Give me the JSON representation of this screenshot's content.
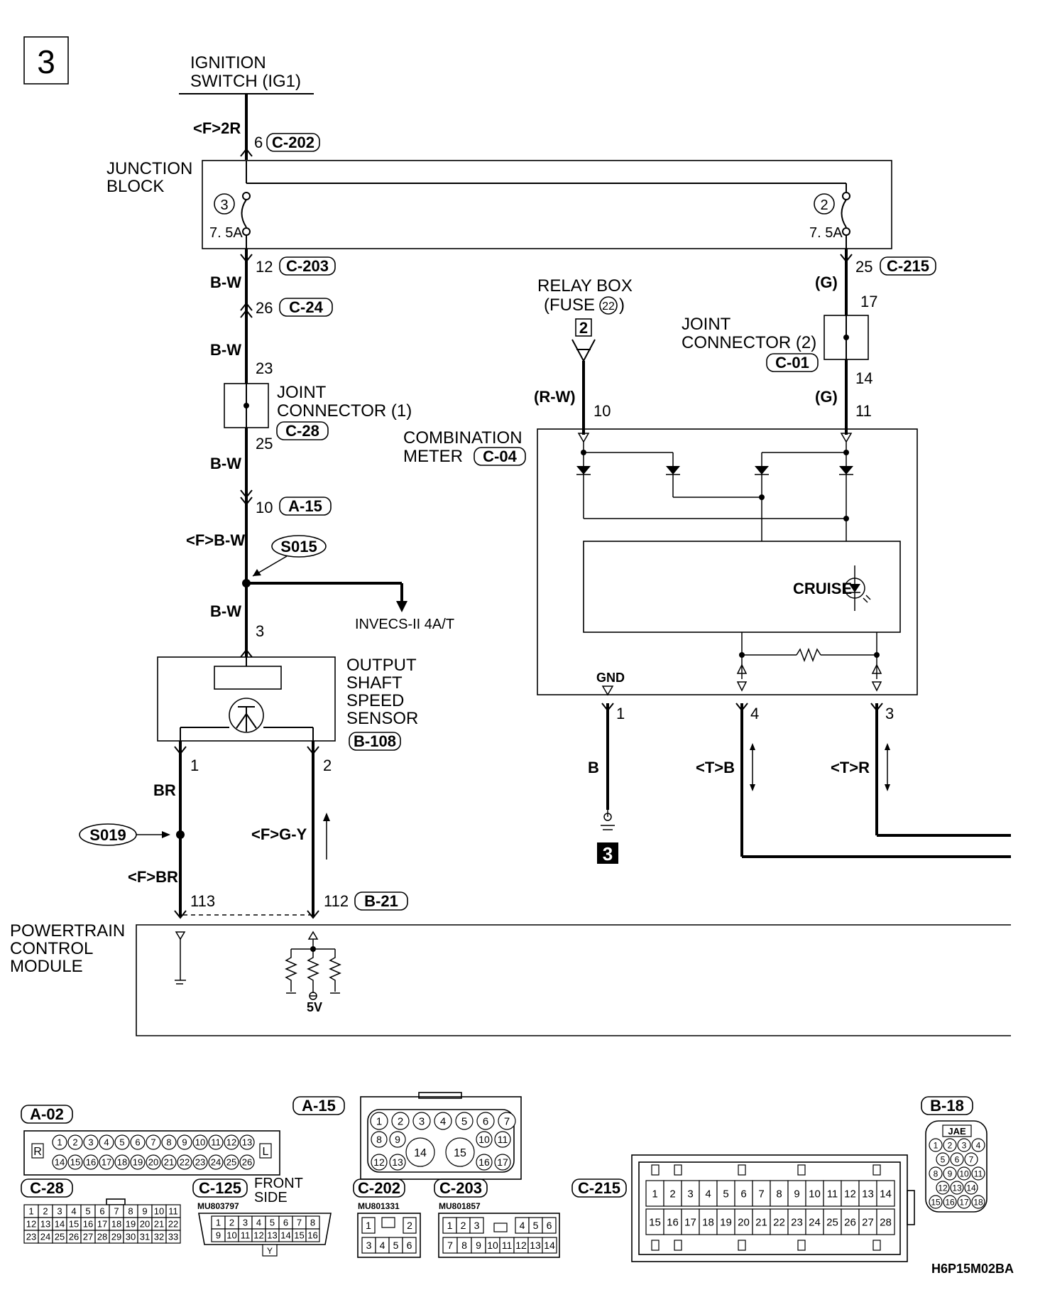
{
  "page_number": "3",
  "diagram_code": "H6P15M02BA",
  "ignition": {
    "line1": "IGNITION",
    "line2": "SWITCH (IG1)"
  },
  "junction_block": {
    "line1": "JUNCTION",
    "line2": "BLOCK",
    "fuse_left_num": "3",
    "fuse_left_rating": "7. 5A",
    "fuse_right_num": "2",
    "fuse_right_rating": "7. 5A"
  },
  "relay_box": {
    "line1": "RELAY BOX",
    "line2": "(FUSE",
    "fuse_num": "22",
    "line2_end": ")",
    "terminal": "2"
  },
  "joint_connector_1": {
    "line1": "JOINT",
    "line2": "CONNECTOR (1)",
    "connector": "C-28"
  },
  "joint_connector_2": {
    "line1": "JOINT",
    "line2": "CONNECTOR (2)",
    "connector": "C-01"
  },
  "combination_meter": {
    "line1": "COMBINATION",
    "line2": "METER",
    "connector": "C-04",
    "cruise": "CRUISE",
    "gnd": "GND"
  },
  "output_sensor": {
    "line1": "OUTPUT",
    "line2": "SHAFT",
    "line3": "SPEED",
    "line4": "SENSOR",
    "connector": "B-108"
  },
  "pcm": {
    "line1": "POWERTRAIN",
    "line2": "CONTROL",
    "line3": "MODULE",
    "voltage": "5V"
  },
  "invecs": "INVECS-II 4A/T",
  "ground_ref": "3",
  "splices": {
    "s015": "S015",
    "s019": "S019"
  },
  "wires": {
    "f2r": "<F>2R",
    "bw1": "B-W",
    "bw2": "B-W",
    "bw3": "B-W",
    "fbw": "<F>B-W",
    "bw4": "B-W",
    "g1": "(G)",
    "g2": "(G)",
    "rw": "(R-W)",
    "br": "BR",
    "fbr": "<F>BR",
    "fgy": "<F>G-Y",
    "b": "B",
    "tb": "<T>B",
    "tr": "<T>R"
  },
  "pins": {
    "p6": "6",
    "c202": "C-202",
    "p12": "12",
    "c203": "C-203",
    "p26": "26",
    "c24": "C-24",
    "p23": "23",
    "p25a": "25",
    "p10a": "10",
    "a15": "A-15",
    "p3a": "3",
    "p25b": "25",
    "c215": "C-215",
    "p17": "17",
    "p14": "14",
    "p11": "11",
    "p10b": "10",
    "p1a": "1",
    "p2a": "2",
    "p1b": "1",
    "p4": "4",
    "p3b": "3",
    "p113": "113",
    "p112": "112",
    "b21": "B-21"
  },
  "connectors": {
    "a02": {
      "label": "A-02",
      "row1": [
        "1",
        "2",
        "3",
        "4",
        "5",
        "6",
        "7",
        "8",
        "9",
        "10",
        "11",
        "12",
        "13"
      ],
      "row2": [
        "14",
        "15",
        "16",
        "17",
        "18",
        "19",
        "20",
        "21",
        "22",
        "23",
        "24",
        "25",
        "26"
      ],
      "left": "R",
      "right": "L"
    },
    "a15": {
      "label": "A-15",
      "top": [
        "1",
        "2",
        "3",
        "4",
        "5",
        "6",
        "7"
      ],
      "mid_left": [
        "8",
        "9"
      ],
      "big": [
        "14",
        "15"
      ],
      "mid_right": [
        "10",
        "11"
      ],
      "bot_left": [
        "12",
        "13"
      ],
      "bot_right": [
        "16",
        "17"
      ]
    },
    "b18": {
      "label": "B-18",
      "tag": "JAE",
      "r1": [
        "1",
        "2",
        "3",
        "4"
      ],
      "r2": [
        "5",
        "6",
        "7"
      ],
      "r3": [
        "8",
        "9",
        "10",
        "11"
      ],
      "r4": [
        "12",
        "13",
        "14"
      ],
      "r5": [
        "15",
        "16",
        "17",
        "18"
      ]
    },
    "c28": {
      "label": "C-28",
      "r1": [
        "1",
        "2",
        "3",
        "4",
        "5",
        "6",
        "7",
        "8",
        "9",
        "10",
        "11"
      ],
      "r2": [
        "12",
        "13",
        "14",
        "15",
        "16",
        "17",
        "18",
        "19",
        "20",
        "21",
        "22"
      ],
      "r3": [
        "23",
        "24",
        "25",
        "26",
        "27",
        "28",
        "29",
        "30",
        "31",
        "32",
        "33"
      ]
    },
    "c125": {
      "label": "C-125",
      "side1": "FRONT",
      "side2": "SIDE",
      "part": "MU803797",
      "r1": [
        "1",
        "2",
        "3",
        "4",
        "5",
        "6",
        "7",
        "8"
      ],
      "r2": [
        "9",
        "10",
        "11",
        "12",
        "13",
        "14",
        "15",
        "16"
      ],
      "key": "Y"
    },
    "c202": {
      "label": "C-202",
      "part": "MU801331",
      "r1": [
        "1",
        "2"
      ],
      "r2": [
        "3",
        "4",
        "5",
        "6"
      ]
    },
    "c203": {
      "label": "C-203",
      "part": "MU801857",
      "r1": [
        "1",
        "2",
        "3",
        "4",
        "5",
        "6"
      ],
      "r2": [
        "7",
        "8",
        "9",
        "10",
        "11",
        "12",
        "13",
        "14"
      ]
    },
    "c215": {
      "label": "C-215",
      "r1": [
        "1",
        "2",
        "3",
        "4",
        "5",
        "6",
        "7",
        "8",
        "9",
        "10",
        "11",
        "12",
        "13",
        "14"
      ],
      "r2": [
        "15",
        "16",
        "17",
        "18",
        "19",
        "20",
        "21",
        "22",
        "23",
        "24",
        "25",
        "26",
        "27",
        "28"
      ]
    }
  }
}
